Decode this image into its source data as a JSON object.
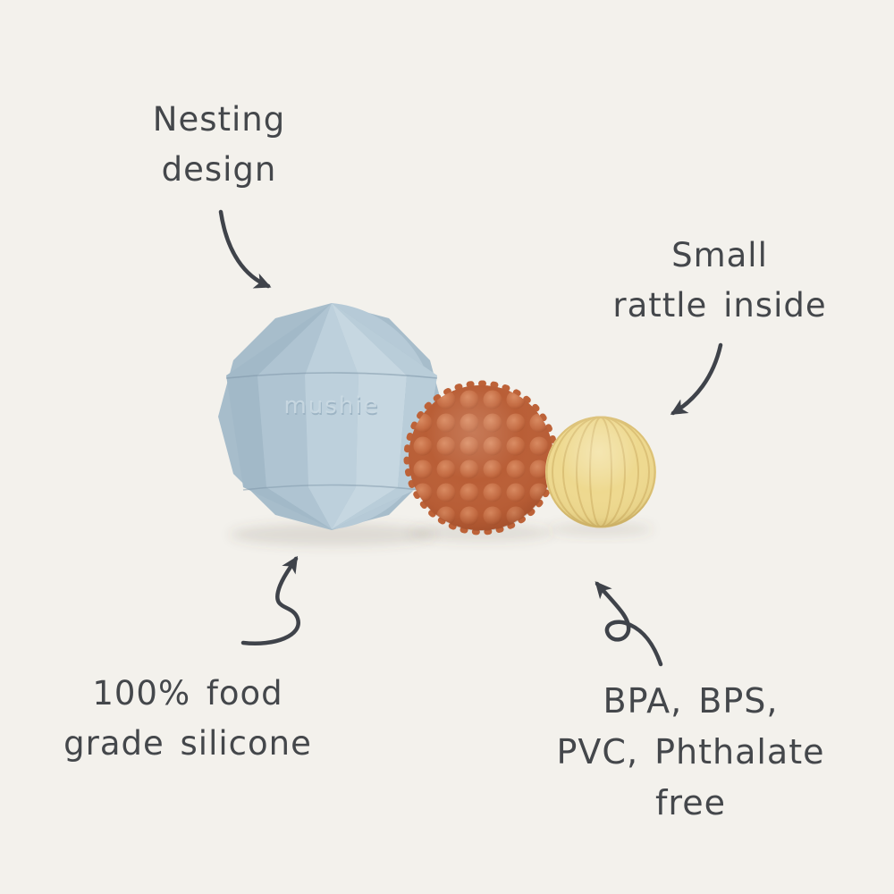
{
  "colors": {
    "background": "#f3f1ec",
    "ink": "#44474b",
    "blue_ball": "#a7bdcb",
    "orange_ball": "#b95e36",
    "yellow_ball": "#eed98f"
  },
  "labels": {
    "nesting_design": {
      "lines": [
        "Nesting",
        "design"
      ]
    },
    "small_rattle": {
      "lines": [
        "Small",
        "rattle inside"
      ]
    },
    "food_grade": {
      "lines": [
        "100% food",
        "grade silicone"
      ]
    },
    "bpa_free": {
      "lines": [
        "BPA, BPS,",
        "PVC, Phthalate",
        "free"
      ]
    }
  },
  "product": {
    "brand_embossed": "mushie",
    "balls": [
      {
        "name": "large-faceted-ball",
        "color": "#a7bdcb"
      },
      {
        "name": "medium-bumpy-ball",
        "color": "#b95e36"
      },
      {
        "name": "small-ridged-ball",
        "color": "#eed98f"
      }
    ]
  }
}
